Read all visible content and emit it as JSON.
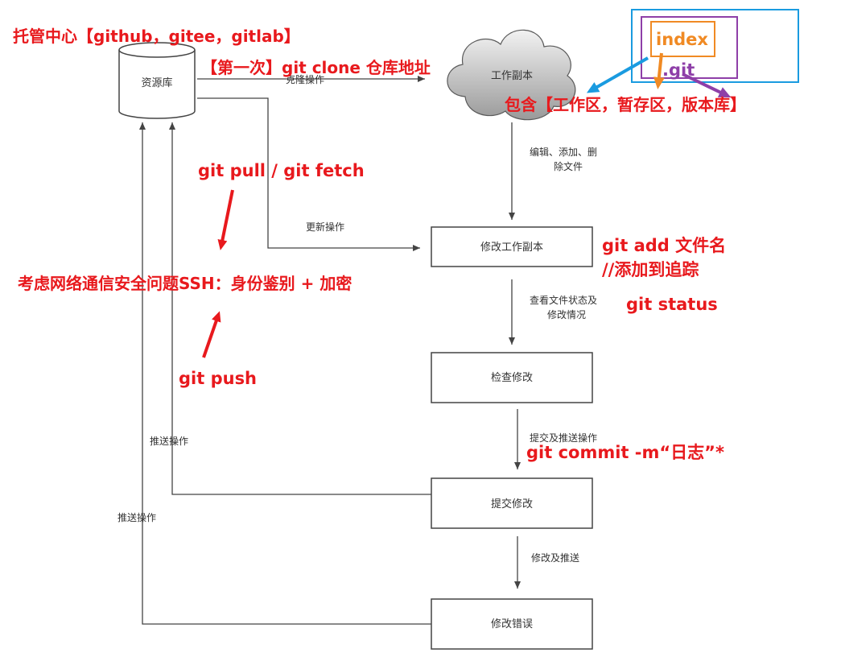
{
  "nodes": {
    "repository": "资源库",
    "working_copy": "工作副本",
    "modify_copy": "修改工作副本",
    "review": "检查修改",
    "commit": "提交修改",
    "fix": "修改错误"
  },
  "edge_labels": {
    "clone": "克隆操作",
    "update": "更新操作",
    "edit_1": "编辑、添加、删",
    "edit_2": "除文件",
    "status_1": "查看文件状态及",
    "status_2": "修改情况",
    "commit_push": "提交及推送操作",
    "push_1": "推送操作",
    "push_2": "推送操作",
    "modify_push": "修改及推送"
  },
  "annotations": {
    "hosting": "托管中心【github，gitee，gitlab】",
    "first_clone": "【第一次】git clone 仓库地址",
    "index": "index",
    "git_dir": ".git",
    "contains": "包含【工作区，暂存区，版本库】",
    "pull_fetch": "git pull /  git  fetch",
    "ssh": "考虑网络通信安全问题SSH：身份鉴别 + 加密",
    "push": "git  push",
    "add": "git  add   文件名",
    "add_comment": "//添加到追踪",
    "status": "git status",
    "commit_cmd": "git  commit -m“日志”*"
  },
  "colors": {
    "annotation_red": "#e8191d",
    "index_orange": "#f08a24",
    "git_purple": "#8e3fa8",
    "frame_blue": "#1a9be0",
    "line": "#444444"
  }
}
